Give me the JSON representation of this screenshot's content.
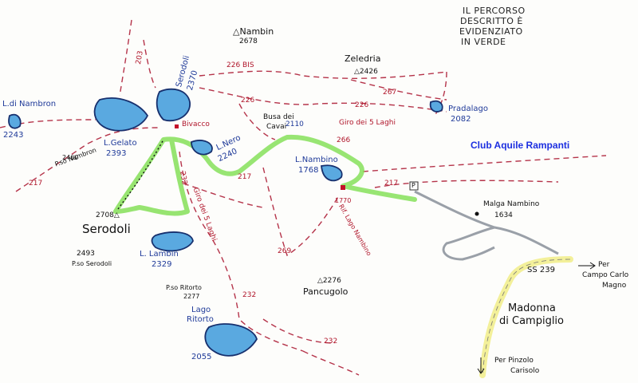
{
  "notes": {
    "line1": "IL PERCORSO",
    "line2": "DESCRITTO È",
    "line3": "EVIDENZIATO",
    "line4": "IN VERDE"
  },
  "club": "Club Aquile Rampanti",
  "peaks": {
    "nambin_name": "Nambin",
    "nambin_elev": "2678",
    "zeledria_name": "Zeledria",
    "zeledria_elev": "2426",
    "pancugolo_name": "Pancugolo",
    "pancugolo_elev": "2276",
    "serodoli_elev": "2708",
    "serodoli_name": "Serodoli"
  },
  "lakes": {
    "nambron_name": "L.di Nambron",
    "nambron_elev": "2243",
    "gelato_name": "L.Gelato",
    "gelato_elev": "2393",
    "serodoli_name": "Serodoli",
    "serodoli_elev": "2370",
    "nero_name": "L.Nero",
    "nero_elev": "2240",
    "nambino_name": "L.Nambino",
    "nambino_elev": "1768",
    "pradalago_name": "Pradalago",
    "pradalago_elev": "2082",
    "lambin_name": "L. Lambin",
    "lambin_elev": "2329",
    "ritorto_name1": "Lago",
    "ritorto_name2": "Ritorto",
    "ritorto_elev": "2055"
  },
  "passes": {
    "nambron_name": "P.so Nambron",
    "nambron_elev": "2460",
    "serodoli_elev": "2493",
    "serodoli_name": "P.so Serodoli",
    "ritorto_name": "P.so Ritorto",
    "ritorto_elev": "2277"
  },
  "places": {
    "busa_1": "Busa dei",
    "busa_2": "Cavai",
    "busa_elev": "2110",
    "bivacco": "Bivacco",
    "rifugio": "Rif. Lago Nambino",
    "rifugio_elev": "1770",
    "malga_name": "Malga Nambino",
    "malga_elev": "1634",
    "madonna_1": "Madonna",
    "madonna_2": "di Campiglio",
    "ss239": "SS 239",
    "per_campo_1": "Per",
    "per_campo_2": "Campo Carlo",
    "per_campo_3": "Magno",
    "per_pinzolo_1": "Per Pinzolo",
    "per_pinzolo_2": "Carisolo",
    "parking": "P"
  },
  "trails": {
    "t203": "203",
    "t226bis": "226 BIS",
    "t226a": "226",
    "t226b": "226",
    "t267": "267",
    "t266": "266",
    "t217a": "217",
    "t217b": "217",
    "t217c": "217",
    "t232a": "232",
    "t232b": "232",
    "t232c": "232",
    "t269": "269",
    "giro1": "Giro dei 5 Laghi",
    "giro2": "Giro dei 5 Laghi"
  },
  "colors": {
    "lake": "#5aa9e0",
    "lake_edge": "#17306e",
    "trail": "#b5344a",
    "route": "#86e05a",
    "road": "#9aa0a8",
    "main_road": "#f3f09a"
  }
}
